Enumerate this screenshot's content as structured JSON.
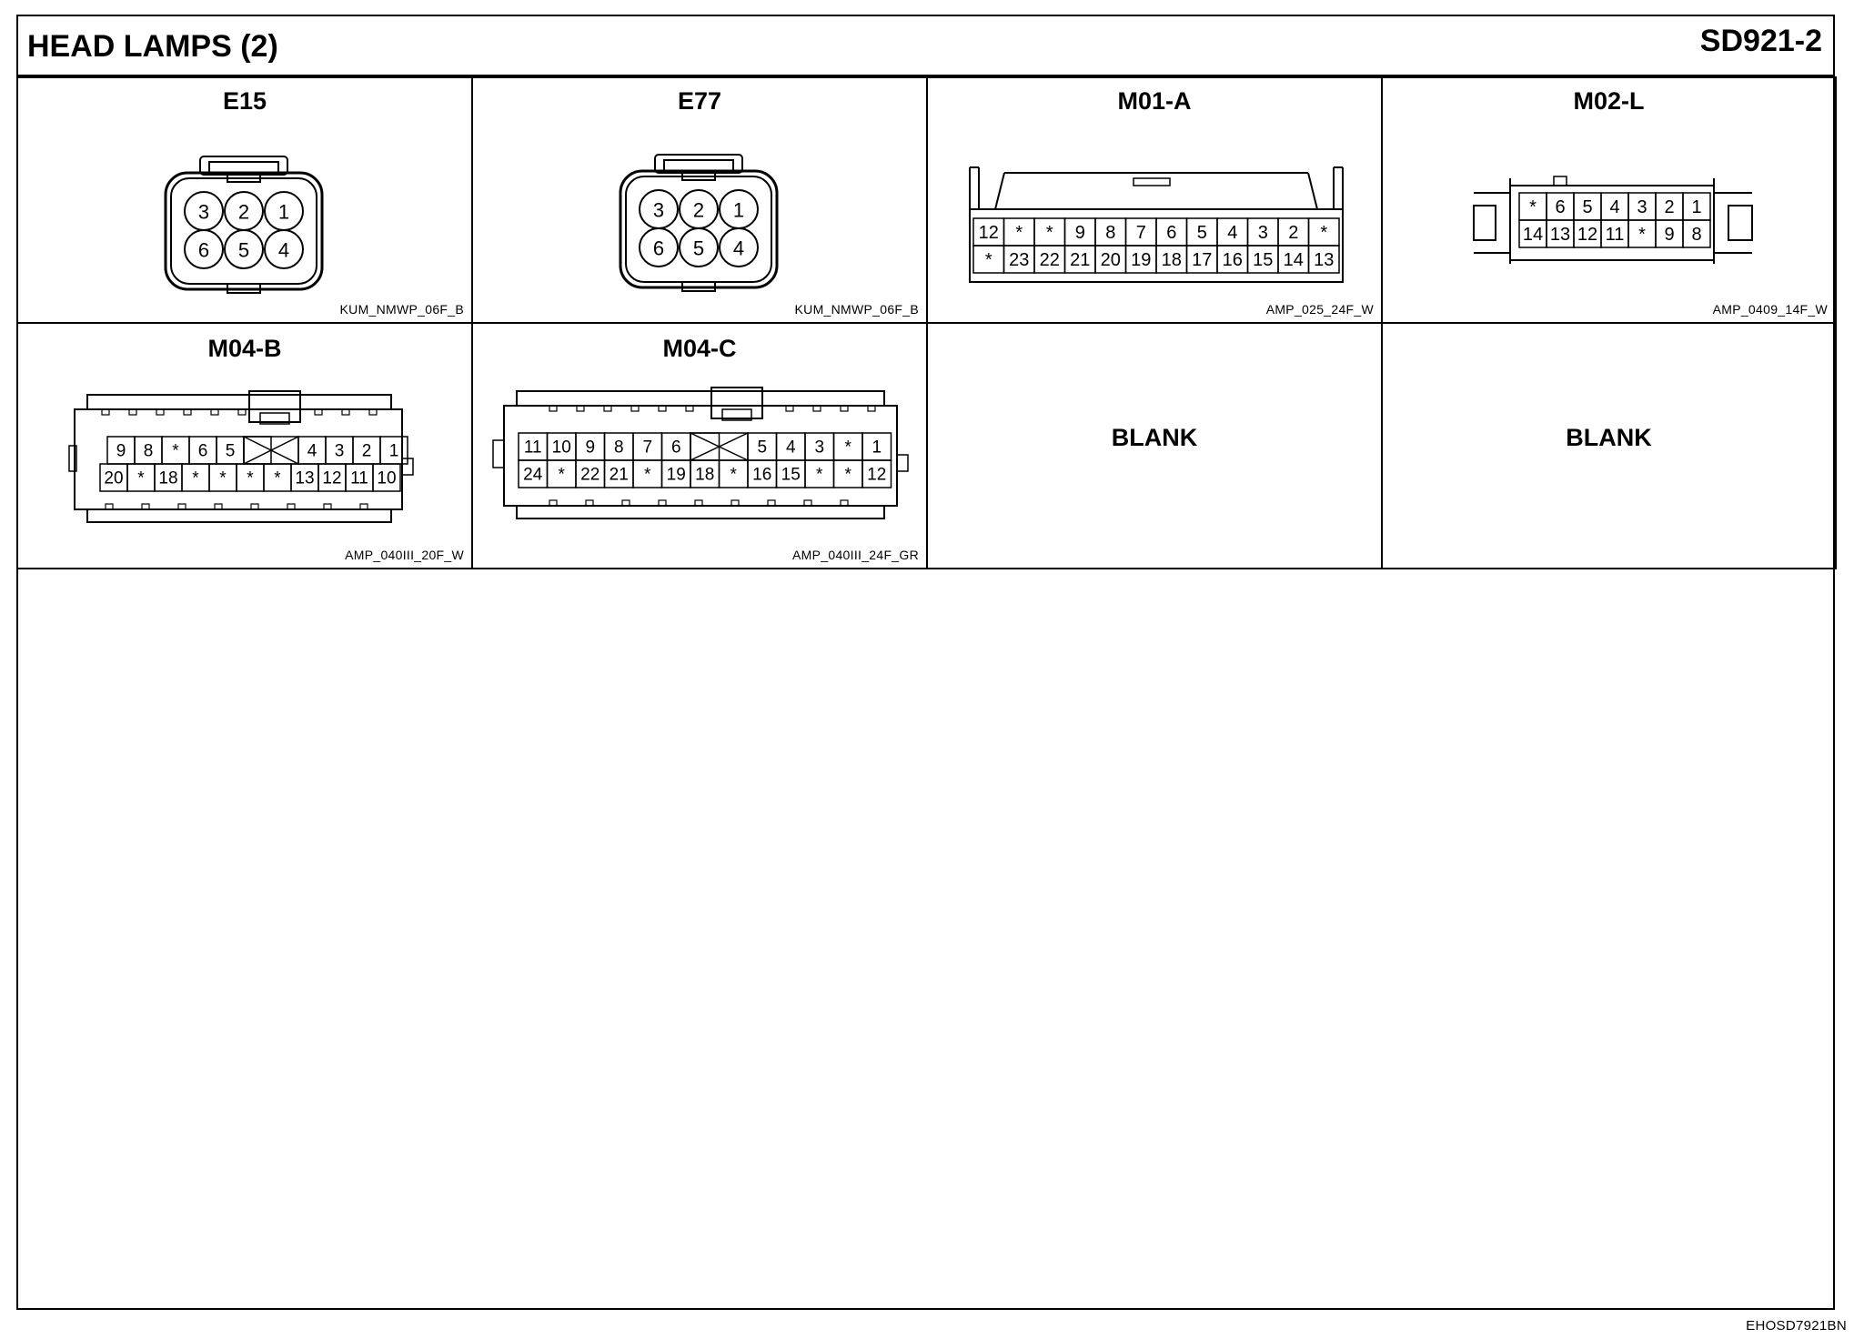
{
  "header": {
    "title": "HEAD LAMPS (2)",
    "code": "SD921-2"
  },
  "doc_id": "EHOSD7921BN",
  "connectors": [
    {
      "name": "E15",
      "part": "KUM_NMWP_06F_B",
      "pins": [
        [
          "3",
          "2",
          "1"
        ],
        [
          "6",
          "5",
          "4"
        ]
      ]
    },
    {
      "name": "E77",
      "part": "KUM_NMWP_06F_B",
      "pins": [
        [
          "3",
          "2",
          "1"
        ],
        [
          "6",
          "5",
          "4"
        ]
      ]
    },
    {
      "name": "M01-A",
      "part": "AMP_025_24F_W",
      "pins": [
        [
          "12",
          "*",
          "*",
          "9",
          "8",
          "7",
          "6",
          "5",
          "4",
          "3",
          "2",
          "*"
        ],
        [
          "*",
          "23",
          "22",
          "21",
          "20",
          "19",
          "18",
          "17",
          "16",
          "15",
          "14",
          "13"
        ]
      ]
    },
    {
      "name": "M02-L",
      "part": "AMP_0409_14F_W",
      "pins": [
        [
          "*",
          "6",
          "5",
          "4",
          "3",
          "2",
          "1"
        ],
        [
          "14",
          "13",
          "12",
          "11",
          "*",
          "9",
          "8"
        ]
      ]
    },
    {
      "name": "M04-B",
      "part": "AMP_040III_20F_W",
      "pins": [
        [
          "9",
          "8",
          "*",
          "6",
          "5",
          "X",
          "4",
          "3",
          "2",
          "1"
        ],
        [
          "20",
          "*",
          "18",
          "*",
          "*",
          "*",
          "*",
          "13",
          "12",
          "11",
          "10"
        ]
      ]
    },
    {
      "name": "M04-C",
      "part": "AMP_040III_24F_GR",
      "pins": [
        [
          "11",
          "10",
          "9",
          "8",
          "7",
          "6",
          "X",
          "5",
          "4",
          "3",
          "*",
          "1"
        ],
        [
          "24",
          "*",
          "22",
          "21",
          "*",
          "19",
          "18",
          "*",
          "16",
          "15",
          "*",
          "*",
          "12"
        ]
      ]
    }
  ],
  "blank_cells": [
    "BLANK",
    "BLANK"
  ]
}
